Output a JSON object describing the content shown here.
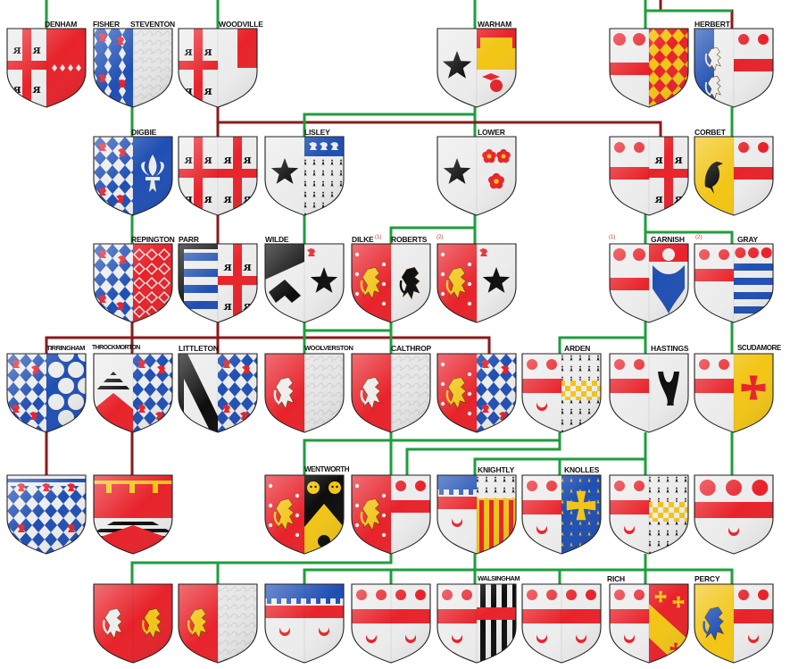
{
  "colors": {
    "line_green": "#1e9e3c",
    "line_maroon": "#8b1a1a",
    "gules": "#e8222a",
    "or": "#f2c515",
    "azure": "#1f4fb3",
    "argent": "#ececec",
    "sable": "#0d0d0d"
  },
  "labels": {
    "denham": "DENHAM",
    "fisher": "FISHER",
    "steventon": "STEVENTON",
    "woodville": "WOODVILLE",
    "warham": "WARHAM",
    "herbert": "HERBERT",
    "digbie": "DIGBIE",
    "lisley": "LISLEY",
    "lower": "LOWER",
    "corbet": "CORBET",
    "repington": "REPINGTON",
    "parr": "PARR",
    "wilde": "WILDE",
    "dilke": "DILKE",
    "roberts": "ROBERTS",
    "garnish": "GARNISH",
    "gray": "GRAY",
    "tirringham": "TIRRINGHAM",
    "throckmorton": "THROCKMORTON",
    "littleton": "LITTLETON",
    "woolverston": "WOOLVERSTON",
    "calthrop": "CALTHROP",
    "arden": "ARDEN",
    "hastings": "HASTINGS",
    "scudamore": "SCUDAMORE",
    "wentworth": "WENTWORTH",
    "knightly": "KNIGHTLY",
    "knolles": "KNOLLES",
    "walsingham": "WALSINGHAM",
    "rich": "RICH",
    "percy": "PERCY"
  },
  "marks": {
    "dilke_mark": "(1)",
    "roberts_mark": "(2)",
    "garnish_mark": "(1)",
    "gray_mark": "(2)"
  }
}
